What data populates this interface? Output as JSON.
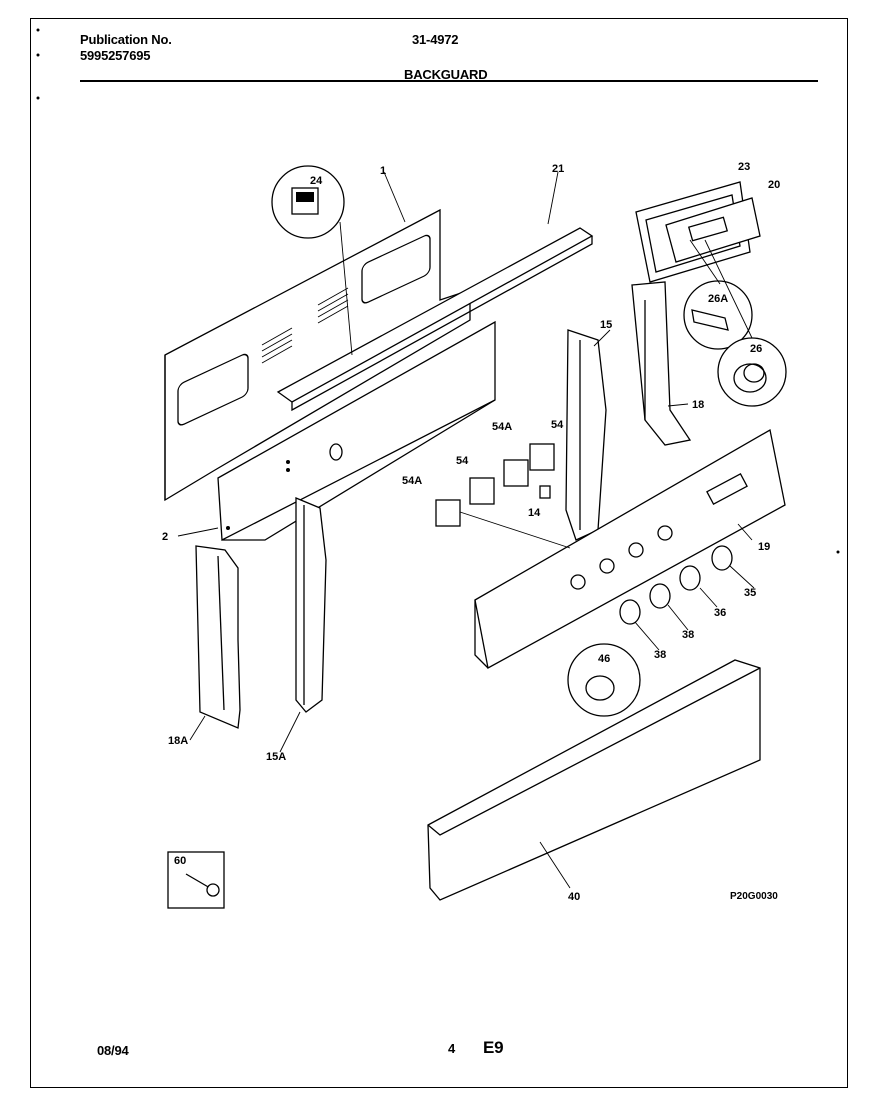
{
  "header": {
    "publication_label": "Publication No.",
    "publication_number": "5995257695",
    "model_number": "31-4972",
    "section_title": "BACKGUARD"
  },
  "footer": {
    "date": "08/94",
    "page_number": "4",
    "code": "E9"
  },
  "diagram": {
    "drawing_id": "P20G0030",
    "part_labels": [
      "1",
      "2",
      "14",
      "15",
      "15A",
      "18",
      "18A",
      "19",
      "20",
      "21",
      "23",
      "24",
      "26",
      "26A",
      "35",
      "36",
      "38",
      "40",
      "46",
      "54",
      "54A",
      "60"
    ]
  }
}
